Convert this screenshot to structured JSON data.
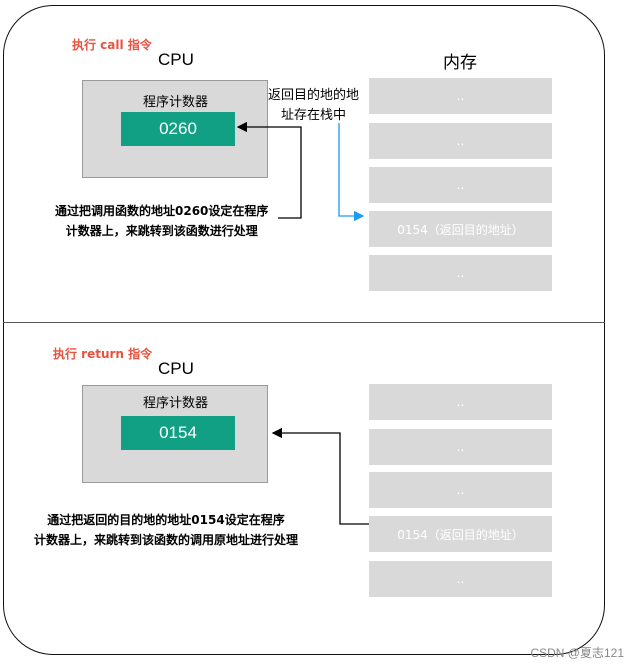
{
  "call_section": {
    "title": "执行 call 指令",
    "cpu_label": "CPU",
    "memory_label": "内存",
    "pc_label": "程序计数器",
    "register_value": "0260",
    "memory_cells": [
      "..",
      "..",
      "..",
      "0154（返回目的地址）",
      ".."
    ],
    "side_note_line1": "返回目的地的地",
    "side_note_line2": "址存在栈中",
    "note_line1": "通过把调用函数的地址0260设定在程序",
    "note_line2": "计数器上，来跳转到该函数进行处理"
  },
  "return_section": {
    "title": "执行 return 指令",
    "cpu_label": "CPU",
    "pc_label": "程序计数器",
    "register_value": "0154",
    "memory_cells": [
      "..",
      "..",
      "..",
      "0154（返回目的地址）",
      ".."
    ],
    "note_line1": "通过把返回的目的地的地址0154设定在程序",
    "note_line2": "计数器上，来跳转到该函数的调用原地址进行处理"
  },
  "watermark": "CSDN @夏志121",
  "colors": {
    "title": "#e8523f",
    "register": "#12a085",
    "memory_cell": "#d9d9d9",
    "blue_arrow": "#1a9cf0"
  }
}
